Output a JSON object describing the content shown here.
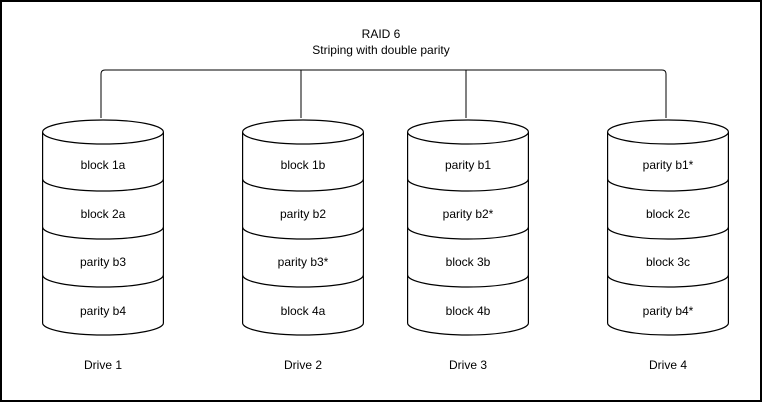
{
  "title": "RAID 6",
  "subtitle": "Striping with double parity",
  "drives": [
    {
      "name": "Drive 1",
      "segments": [
        "block 1a",
        "block 2a",
        "parity b3",
        "parity b4"
      ]
    },
    {
      "name": "Drive 2",
      "segments": [
        "block 1b",
        "parity b2",
        "parity b3*",
        "block 4a"
      ]
    },
    {
      "name": "Drive 3",
      "segments": [
        "parity b1",
        "parity b2*",
        "block 3b",
        "block 4b"
      ]
    },
    {
      "name": "Drive 4",
      "segments": [
        "parity b1*",
        "block 2c",
        "block 3c",
        "parity b4*"
      ]
    }
  ],
  "colors": {
    "stroke": "#000000",
    "background": "#ffffff"
  }
}
